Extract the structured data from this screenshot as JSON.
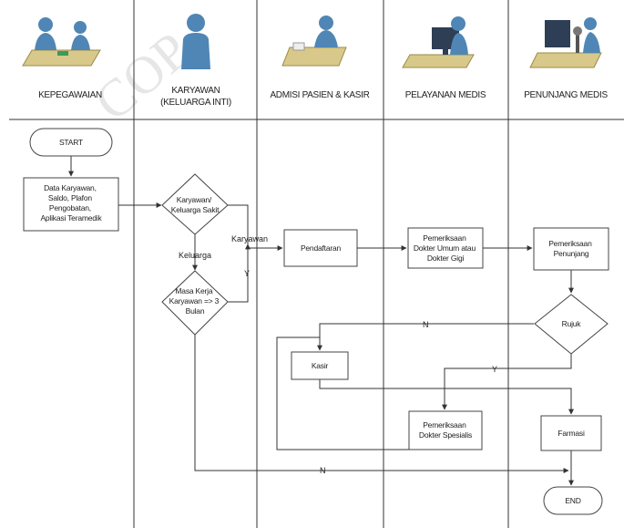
{
  "lanes": [
    {
      "title": "KEPEGAWAIAN",
      "icon": "person-at-desk-icon"
    },
    {
      "title": "KARYAWAN",
      "subtitle": "(KELUARGA INTI)",
      "icon": "person-icon"
    },
    {
      "title": "ADMISI PASIEN & KASIR",
      "icon": "person-at-desk-icon"
    },
    {
      "title": "PELAYANAN MEDIS",
      "icon": "person-at-computer-icon"
    },
    {
      "title": "PENUNJANG MEDIS",
      "icon": "person-at-microscope-icon"
    }
  ],
  "nodes": {
    "start": "START",
    "data_karyawan": [
      "Data Karyawan,",
      "Saldo, Plafon",
      "Pengobatan,",
      "Aplikasi Teramedik"
    ],
    "karyawan_keluarga_sakit": [
      "Karyawan/",
      "Keluarga Sakit"
    ],
    "masa_kerja": [
      "Masa Kerja",
      "Karyawan => 3",
      "Bulan"
    ],
    "pendaftaran": "Pendaftaran",
    "pemeriksaan_dokter_umum": [
      "Pemeriksaan",
      "Dokter Umum atau",
      "Dokter Gigi"
    ],
    "pemeriksaan_penunjang": [
      "Pemeriksaan",
      "Penunjang"
    ],
    "rujuk": "Rujuk",
    "kasir": "Kasir",
    "pemeriksaan_dokter_spesialis": [
      "Pemeriksaan",
      "Dokter Spesialis"
    ],
    "farmasi": "Farmasi",
    "end": "END"
  },
  "edge_labels": {
    "karyawan": "Karyawan",
    "keluarga": "Keluarga",
    "y_masa_kerja": "Y",
    "n_rujuk": "N",
    "y_rujuk": "Y",
    "n_masa_kerja": "N"
  },
  "watermark": "COP",
  "colors": {
    "line": "#333333",
    "box_stroke": "#444444",
    "icon_blue": "#4f86b5",
    "icon_desk": "#d8c98a",
    "watermark": "#c9c9c9"
  }
}
